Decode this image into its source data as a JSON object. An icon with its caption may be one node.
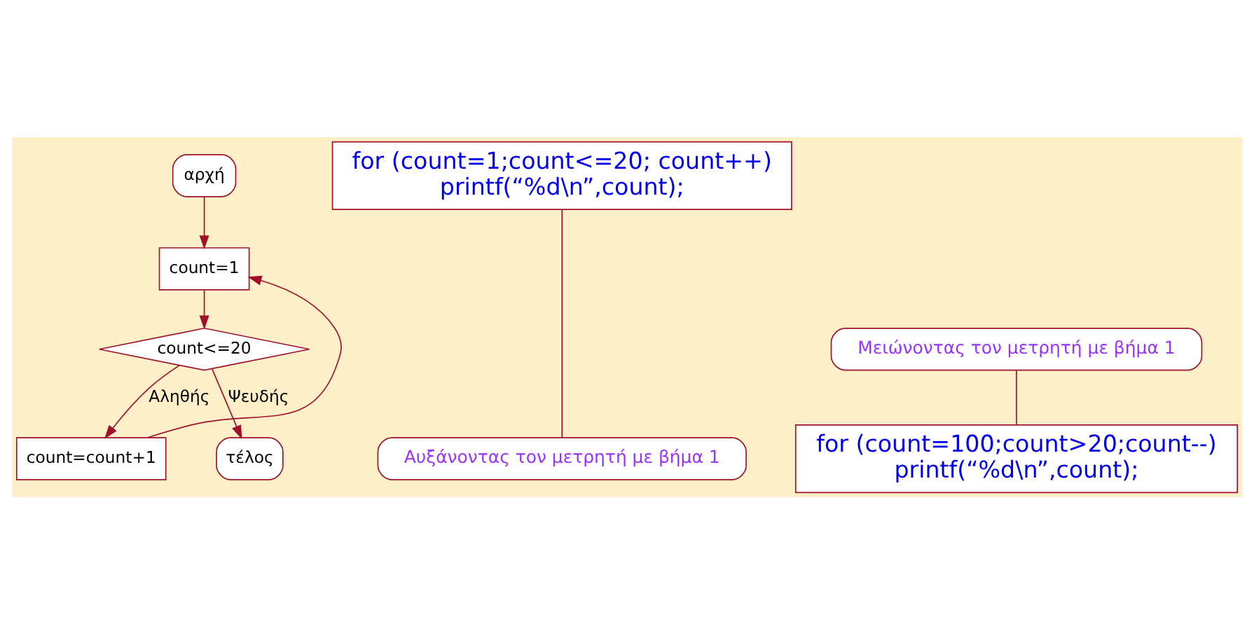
{
  "diagram": {
    "nodes": [
      {
        "text": [
          "αρχή"
        ]
      },
      {
        "text": [
          "count=1"
        ]
      },
      {
        "text": [
          "count<=20"
        ]
      },
      {
        "text": [
          "count=count+1"
        ]
      },
      {
        "text": [
          "τέλος"
        ]
      },
      {
        "text": [
          "for (count=1;count<=20; count++)",
          "printf(“%d\\n”,count);"
        ]
      },
      {
        "text": [
          "Αυξάνοντας τον μετρητή με βήμα 1"
        ]
      },
      {
        "text": [
          "Μειώνοντας τον μετρητή με βήμα 1"
        ]
      },
      {
        "text": [
          "for (count=100;count>20;count--)",
          "printf(“%d\\n”,count);"
        ]
      }
    ],
    "edges": [
      {
        "from": 0,
        "to": 1,
        "arrow": "to"
      },
      {
        "from": 1,
        "to": 2,
        "arrow": "to"
      },
      {
        "from": 2,
        "to": 3,
        "arrow": "to",
        "label": "Αληθής"
      },
      {
        "from": 3,
        "to": 1,
        "arrow": "to"
      },
      {
        "from": 2,
        "to": 4,
        "arrow": "to",
        "label": "Ψευδής"
      },
      {
        "from": 6,
        "to": 5,
        "arrow": "none"
      },
      {
        "from": 7,
        "to": 8,
        "arrow": "none"
      }
    ]
  }
}
